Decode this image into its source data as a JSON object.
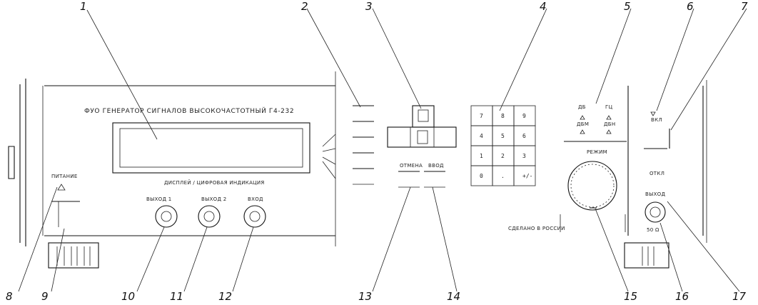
{
  "panel": {
    "title": "ФУО ГЕНЕРАТОР СИГНАЛОВ ВЫСОКОЧАСТОТНЫЙ Г4-232",
    "display_caption": "ДИСПЛЕЙ / ЦИФРОВАЯ ИНДИКАЦИЯ",
    "power_label": "ПИТАНИЕ",
    "knob_labels": [
      "ВЫХОД 1",
      "ВЫХОД 2",
      "ВХОД"
    ],
    "softkey_labels": [
      "ОТМЕНА",
      "ВВОД"
    ],
    "mode_leds": [
      "ДБ",
      "ГЦ",
      "ДБМ",
      "ДБН"
    ],
    "encoder_label": "РЕЖИМ",
    "made_in": "СДЕЛАНО В РОССИИ",
    "vkl_label": "ВКЛ",
    "otkl_label": "ОТКЛ",
    "rf_out_label": "ВЫХОД",
    "ohm_label": "50 Ω",
    "keypad": [
      "7",
      "8",
      "9",
      "4",
      "5",
      "6",
      "1",
      "2",
      "3",
      "0",
      ".",
      "+/-"
    ]
  },
  "callouts": [
    "1",
    "2",
    "3",
    "4",
    "5",
    "6",
    "7",
    "8",
    "9",
    "10",
    "11",
    "12",
    "13",
    "14",
    "15",
    "16",
    "17"
  ]
}
